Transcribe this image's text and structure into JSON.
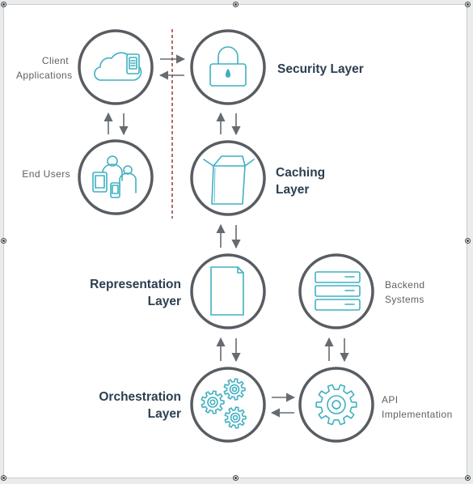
{
  "colors": {
    "ring": "#585d62",
    "icon": "#3fb0c2",
    "arrow": "#666b70",
    "divider": "#8b1a1a",
    "heading": "#2c3e50",
    "label": "#5c6166"
  },
  "nodes": {
    "client_apps": {
      "line1": "Client",
      "line2": "Applications",
      "icon": "cloud-mobile-icon"
    },
    "end_users": {
      "label": "End Users",
      "icon": "users-devices-icon"
    },
    "security": {
      "label": "Security Layer",
      "icon": "padlock-icon"
    },
    "caching": {
      "line1": "Caching",
      "line2": "Layer",
      "icon": "open-box-icon"
    },
    "representation": {
      "line1": "Representation",
      "line2": "Layer",
      "icon": "document-icon"
    },
    "orchestration": {
      "line1": "Orchestration",
      "line2": "Layer",
      "icon": "gears-icon"
    },
    "backend": {
      "line1": "Backend",
      "line2": "Systems",
      "icon": "server-stack-icon"
    },
    "api_impl": {
      "line1": "API",
      "line2": "Implementation",
      "icon": "gear-icon"
    }
  }
}
